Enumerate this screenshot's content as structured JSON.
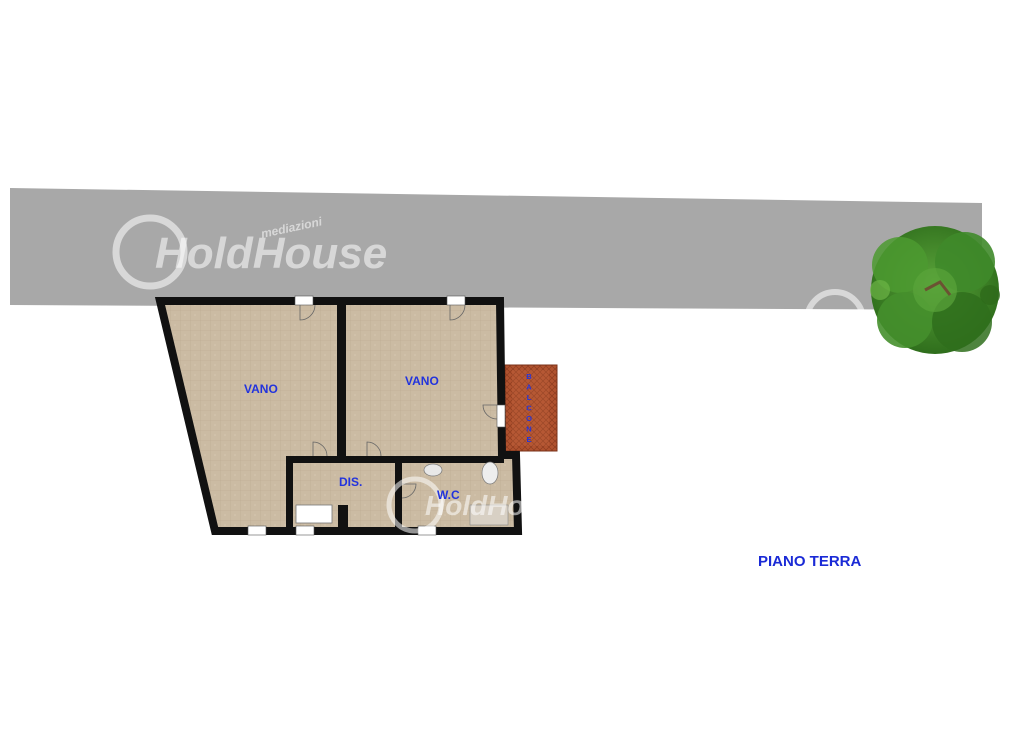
{
  "plan": {
    "rooms": [
      {
        "id": "vano-left",
        "label": "VANO"
      },
      {
        "id": "vano-right",
        "label": "VANO"
      },
      {
        "id": "dis",
        "label": "DIS."
      },
      {
        "id": "wc",
        "label": "W.C"
      }
    ],
    "balcony": {
      "label": "BALCONE",
      "letters": [
        "B",
        "A",
        "L",
        "C",
        "O",
        "N",
        "E"
      ]
    },
    "floor_label": "PIANO TERRA"
  },
  "watermark": {
    "brand": "HoldHouse",
    "tagline": "mediazioni"
  },
  "colors": {
    "road": "#a8a8a8",
    "floor": "#c9b9a2",
    "wall": "#111111",
    "balcony": "#b0522f",
    "label": "#2233dd",
    "tree": "#3f8a2a"
  }
}
